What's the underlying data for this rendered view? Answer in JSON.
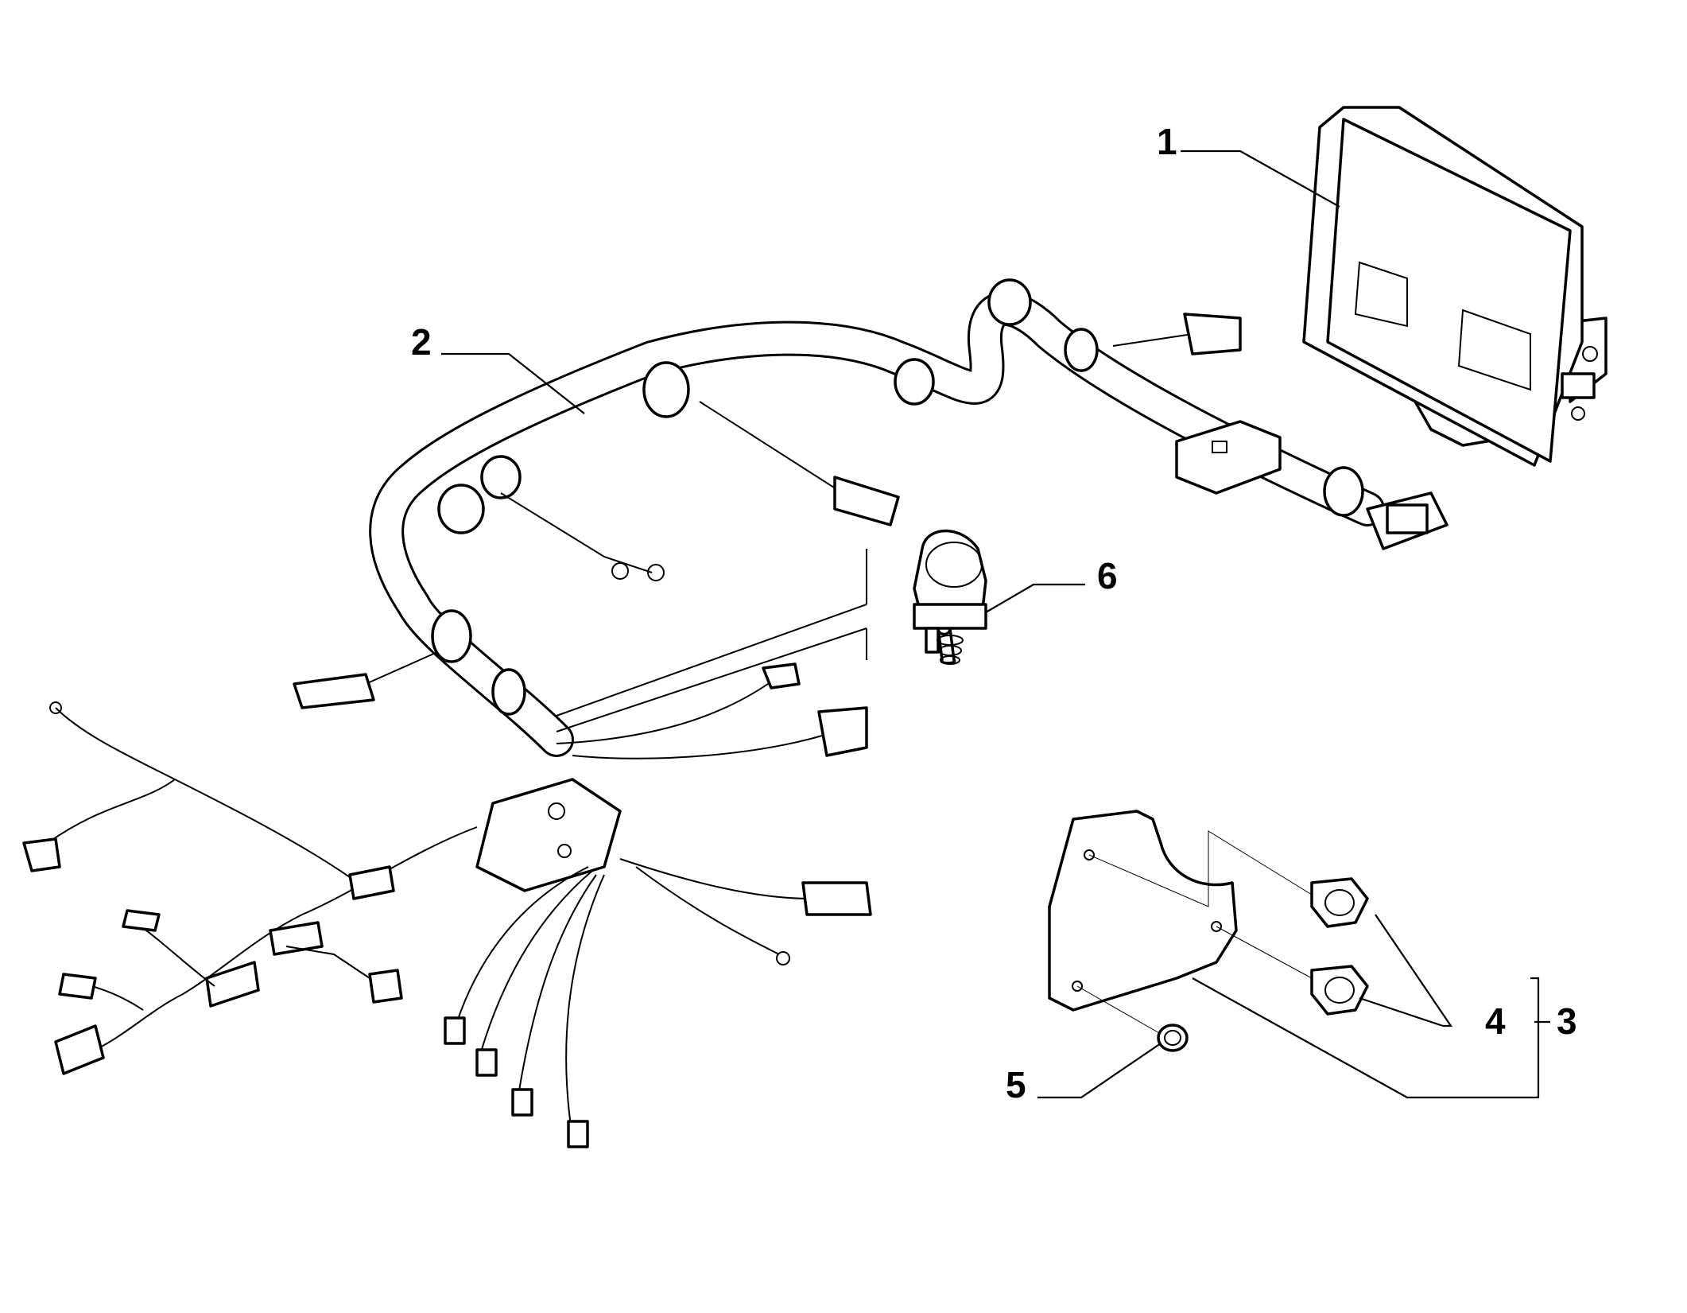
{
  "diagram": {
    "callouts": [
      {
        "id": "1",
        "label": "1"
      },
      {
        "id": "2",
        "label": "2"
      },
      {
        "id": "3",
        "label": "3"
      },
      {
        "id": "4",
        "label": "4"
      },
      {
        "id": "5",
        "label": "5"
      },
      {
        "id": "6",
        "label": "6"
      }
    ],
    "colors": {
      "line": "#000000",
      "background": "#ffffff"
    }
  }
}
